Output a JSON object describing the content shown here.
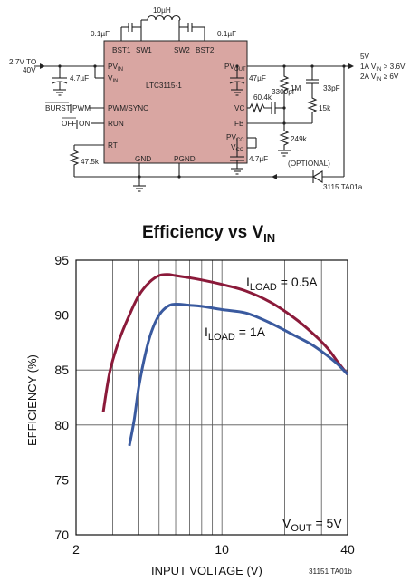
{
  "schematic": {
    "inductor": "10µH",
    "cap_bst1": "0.1µF",
    "cap_bst2": "0.1µF",
    "vin_label_1": "2.7V TO",
    "vin_label_2": "40V",
    "cap_vin": "4.7µF",
    "ic_name": "LTC3115-1",
    "pins": {
      "bst1": "BST1",
      "sw1": "SW1",
      "sw2": "SW2",
      "bst2": "BST2",
      "pvin": "PV",
      "pvin_sub": "IN",
      "vin": "V",
      "vin_sub": "IN",
      "pvout": "PV",
      "pvout_sub": "OUT",
      "pwm": "PWM/SYNC",
      "run": "RUN",
      "rt": "RT",
      "vc": "VC",
      "fb": "FB",
      "pvcc": "PV",
      "pvcc_sub": "CC",
      "vcc": "V",
      "vcc_sub": "CC",
      "gnd": "GND",
      "pgnd": "PGND"
    },
    "burst_label": "BURST",
    "pwm_label": "PWM",
    "off_label": "OFF",
    "on_label": "ON",
    "r_rt": "47.5k",
    "cap_out": "47µF",
    "r_top": "1M",
    "cap_ff": "33pF",
    "r_comp": "60.4k",
    "cap_comp": "3300pF",
    "r_ff": "15k",
    "r_bot": "249k",
    "cap_vcc": "4.7µF",
    "optional": "(OPTIONAL)",
    "vout_1": "5V",
    "vout_2": "1A V",
    "vout_2_sub": "IN",
    "vout_2_tail": " > 3.6V",
    "vout_3": "2A V",
    "vout_3_sub": "IN",
    "vout_3_tail": " ≥ 6V",
    "fig_code": "3115 TA01a"
  },
  "chart_data": {
    "type": "line",
    "title": "Efficiency vs V",
    "title_sub": "IN",
    "xlabel": "INPUT VOLTAGE (V)",
    "ylabel": "EFFICIENCY (%)",
    "x_scale": "log",
    "xlim": [
      2,
      40
    ],
    "ylim": [
      70,
      95
    ],
    "x_ticks": [
      2,
      10,
      40
    ],
    "x_tick_labels": [
      "2",
      "10",
      "40"
    ],
    "y_ticks": [
      70,
      75,
      80,
      85,
      90,
      95
    ],
    "y_tick_labels": [
      "70",
      "75",
      "80",
      "85",
      "90",
      "95"
    ],
    "x_gridlines": [
      2,
      3,
      4,
      5,
      6,
      7,
      8,
      9,
      10,
      20,
      30,
      40
    ],
    "y_gridlines": [
      70,
      75,
      80,
      85,
      90,
      95
    ],
    "grid": true,
    "series": [
      {
        "name": "I",
        "name_sub": "LOAD",
        "name_tail": " = 0.5A",
        "color": "#8b1a3a",
        "x": [
          2.7,
          2.9,
          3.2,
          3.6,
          4.0,
          4.5,
          5.0,
          5.5,
          6.0,
          7.0,
          8.0,
          10,
          13,
          17,
          22,
          27,
          32,
          36,
          40
        ],
        "y": [
          81.2,
          84.8,
          87.6,
          90.0,
          91.8,
          93.0,
          93.6,
          93.7,
          93.6,
          93.4,
          93.2,
          92.8,
          92.2,
          91.2,
          89.8,
          88.4,
          87.0,
          85.7,
          84.6
        ]
      },
      {
        "name": "I",
        "name_sub": "LOAD",
        "name_tail": " = 1A",
        "color": "#3a5a9f",
        "x": [
          3.6,
          3.8,
          4.0,
          4.3,
          4.6,
          5.0,
          5.5,
          6.0,
          7.0,
          8.0,
          10,
          13,
          17,
          22,
          27,
          32,
          36,
          40
        ],
        "y": [
          78.1,
          80.5,
          83.5,
          86.5,
          88.5,
          90.0,
          90.8,
          91.0,
          90.9,
          90.8,
          90.5,
          90.2,
          89.3,
          88.2,
          87.3,
          86.3,
          85.5,
          84.6
        ]
      }
    ],
    "annotations": [
      {
        "text": "V",
        "sub": "OUT",
        "tail": " = 5V"
      }
    ],
    "fig_code": "31151 TA01b"
  }
}
